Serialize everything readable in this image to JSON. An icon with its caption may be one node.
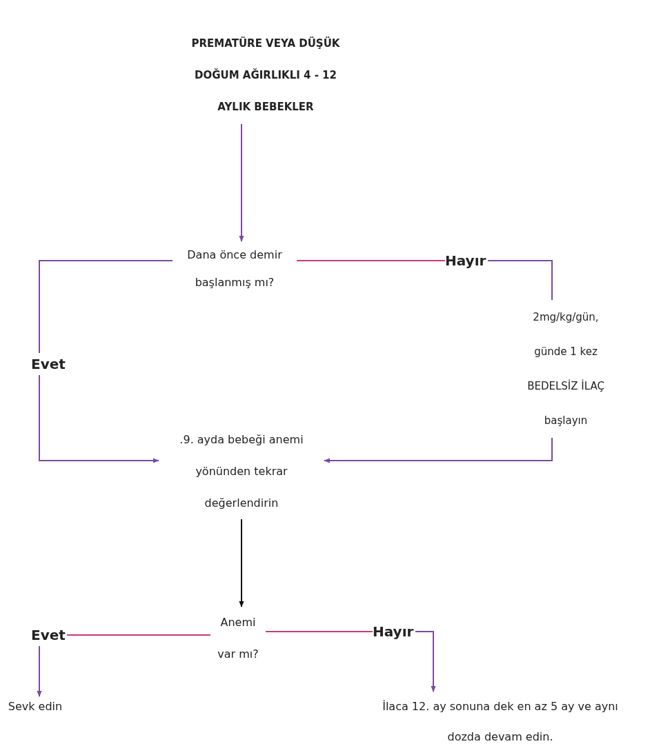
{
  "diagram": {
    "nodes": [
      {
        "text": [
          "PREMATÜRE VEYA DÜŞÜK DOĞUM AĞIRLIKLI 4 - 12 AYLIK BEBEKLER"
        ]
      },
      {
        "text": [
          "Dana önce demir başlanmış mı?"
        ]
      },
      {
        "text": [
          "Hayır"
        ]
      },
      {
        "text": [
          "Evet"
        ]
      },
      {
        "text": [
          "2mg/kg/gün, günde 1 kez BEDELSİZ İLAÇ başlayın"
        ]
      },
      {
        "text": [
          ".9. ayda bebeği anemi yönünden tekrar değerlendirin"
        ]
      },
      {
        "text": [
          "Anemi var mı?"
        ]
      },
      {
        "text": [
          "Evet"
        ]
      },
      {
        "text": [
          "Hayır"
        ]
      },
      {
        "text": [
          "Sevk edin"
        ]
      },
      {
        "text": [
          "İlaca 12. ay sonuna dek en az 5 ay ve aynı dozda devam edin."
        ]
      }
    ],
    "edges": [
      {
        "from": 0,
        "to": 1,
        "arrow": "to"
      },
      {
        "from": 1,
        "to": 2,
        "arrow": "none",
        "color": "#c83a7a"
      },
      {
        "from": 2,
        "to": 4,
        "arrow": "none"
      },
      {
        "from": 1,
        "to": 3,
        "arrow": "none"
      },
      {
        "from": 3,
        "to": 5,
        "arrow": "to"
      },
      {
        "from": 4,
        "to": 5,
        "arrow": "to"
      },
      {
        "from": 5,
        "to": 6,
        "arrow": "to",
        "color": "#111111"
      },
      {
        "from": 6,
        "to": 7,
        "arrow": "none",
        "color": "#c83a7a"
      },
      {
        "from": 7,
        "to": 9,
        "arrow": "to"
      },
      {
        "from": 6,
        "to": 8,
        "arrow": "none",
        "color": "#c83a7a"
      },
      {
        "from": 8,
        "to": 10,
        "arrow": "to"
      }
    ]
  }
}
